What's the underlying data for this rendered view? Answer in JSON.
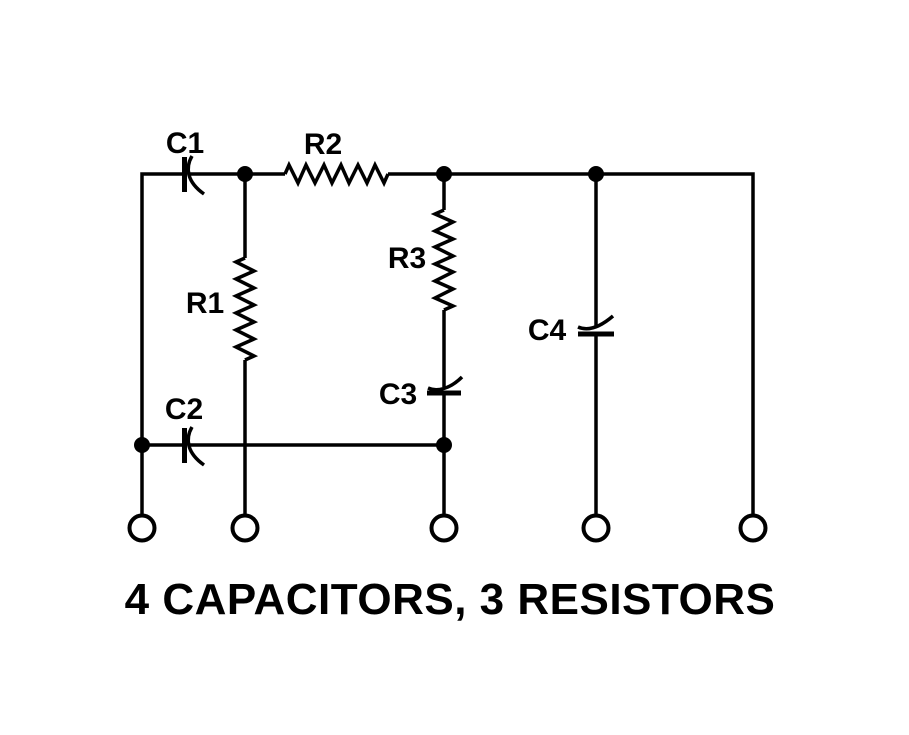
{
  "diagram": {
    "title": "4 CAPACITORS, 3 RESISTORS",
    "labels": {
      "c1": "C1",
      "c2": "C2",
      "c3": "C3",
      "c4": "C4",
      "r1": "R1",
      "r2": "R2",
      "r3": "R3"
    },
    "terminal_count": 5,
    "junction_count": 5,
    "colors": {
      "line": "#000000",
      "background": "#ffffff"
    }
  }
}
